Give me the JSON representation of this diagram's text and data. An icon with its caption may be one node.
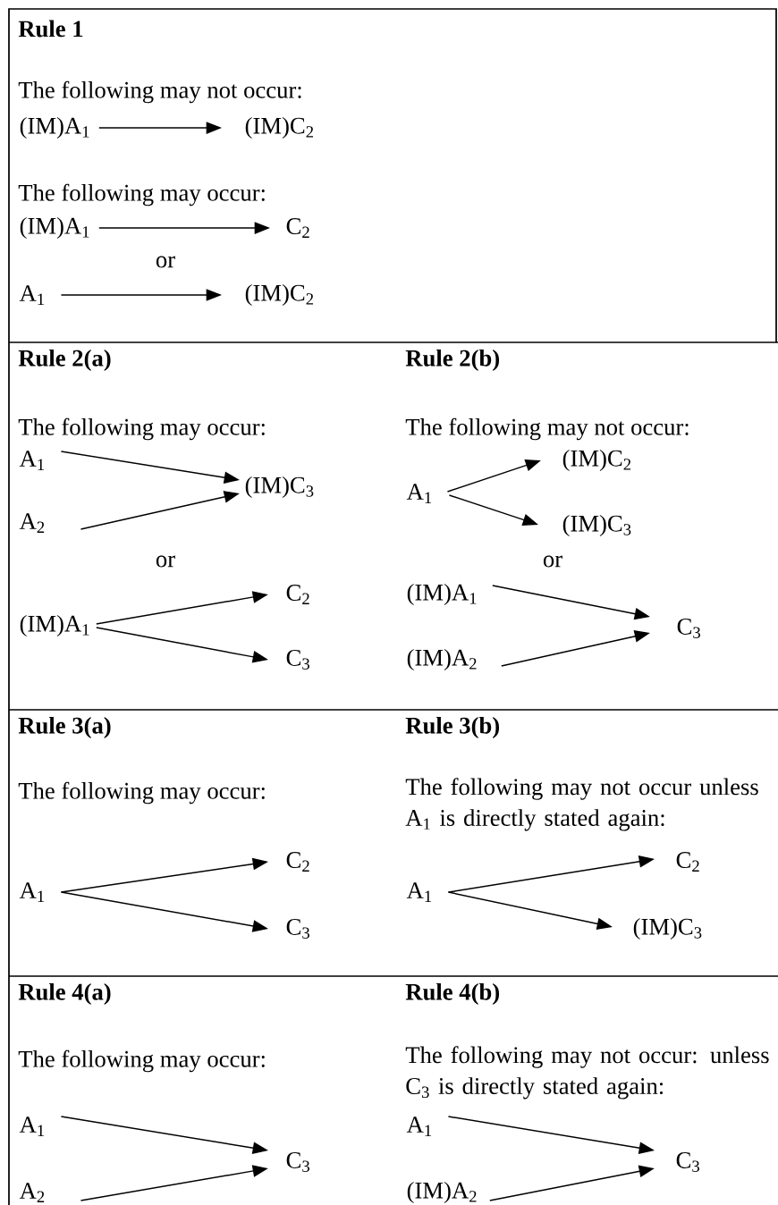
{
  "diagram": {
    "nodes": [
      {
        "text": [
          "(IM)A$_{1}$"
        ]
      },
      {
        "text": [
          "(IM)C$_{2}$"
        ]
      },
      {
        "text": [
          "(IM)A$_{1}$"
        ]
      },
      {
        "text": [
          "C$_{2}$"
        ]
      },
      {
        "text": [
          "A$_{1}$"
        ]
      },
      {
        "text": [
          "(IM)C$_{2}$"
        ]
      },
      {
        "text": [
          "A$_{1}$"
        ]
      },
      {
        "text": [
          "(IM)C$_{3}$"
        ]
      },
      {
        "text": [
          "A$_{2}$"
        ]
      },
      {
        "text": [
          "(IM)A$_{1}$"
        ]
      },
      {
        "text": [
          "C$_{2}$"
        ]
      },
      {
        "text": [
          "C$_{3}$"
        ]
      },
      {
        "text": [
          "A$_{1}$"
        ]
      },
      {
        "text": [
          "(IM)C$_{2}$"
        ]
      },
      {
        "text": [
          "(IM)C$_{3}$"
        ]
      },
      {
        "text": [
          "(IM)A$_{1}$"
        ]
      },
      {
        "text": [
          "C$_{3}$"
        ]
      },
      {
        "text": [
          "(IM)A$_{2}$"
        ]
      },
      {
        "text": [
          "A$_{1}$"
        ]
      },
      {
        "text": [
          "C$_{2}$"
        ]
      },
      {
        "text": [
          "C$_{3}$"
        ]
      },
      {
        "text": [
          "A$_{1}$"
        ]
      },
      {
        "text": [
          "C$_{2}$"
        ]
      },
      {
        "text": [
          "(IM)C$_{3}$"
        ]
      },
      {
        "text": [
          "A$_{1}$"
        ]
      },
      {
        "text": [
          "C$_{3}$"
        ]
      },
      {
        "text": [
          "A$_{2}$"
        ]
      },
      {
        "text": [
          "A$_{1}$"
        ]
      },
      {
        "text": [
          "C$_{3}$"
        ]
      },
      {
        "text": [
          "(IM)A$_{2}$"
        ]
      }
    ],
    "edges": [
      {
        "from": 0,
        "to": 1,
        "arrow": "to"
      },
      {
        "from": 2,
        "to": 3,
        "arrow": "to"
      },
      {
        "from": 4,
        "to": 5,
        "arrow": "to"
      },
      {
        "from": 6,
        "to": 7,
        "arrow": "to"
      },
      {
        "from": 8,
        "to": 7,
        "arrow": "to"
      },
      {
        "from": 9,
        "to": 10,
        "arrow": "to"
      },
      {
        "from": 9,
        "to": 11,
        "arrow": "to"
      },
      {
        "from": 12,
        "to": 13,
        "arrow": "to"
      },
      {
        "from": 12,
        "to": 14,
        "arrow": "to"
      },
      {
        "from": 15,
        "to": 16,
        "arrow": "to"
      },
      {
        "from": 17,
        "to": 16,
        "arrow": "to"
      },
      {
        "from": 18,
        "to": 19,
        "arrow": "to"
      },
      {
        "from": 18,
        "to": 20,
        "arrow": "to"
      },
      {
        "from": 21,
        "to": 22,
        "arrow": "to"
      },
      {
        "from": 21,
        "to": 23,
        "arrow": "to"
      },
      {
        "from": 24,
        "to": 25,
        "arrow": "to"
      },
      {
        "from": 26,
        "to": 25,
        "arrow": "to"
      },
      {
        "from": 27,
        "to": 28,
        "arrow": "to"
      },
      {
        "from": 29,
        "to": 28,
        "arrow": "to"
      }
    ],
    "labels": [
      "Rule 1",
      "The following may not occur:",
      "The following may occur:",
      "or",
      "Rule 2(a)",
      "Rule 2(b)",
      "The following may occur:",
      "The following may not occur:",
      "or",
      "or",
      "Rule 3(a)",
      "Rule 3(b)",
      "The following may occur:",
      "The following may not occur unless A$_{1}$ is directly stated again:",
      "Rule 4(a)",
      "Rule 4(b)",
      "The following may occur:",
      "The following may not occur: unless C$_{3}$ is directly stated again:"
    ]
  }
}
